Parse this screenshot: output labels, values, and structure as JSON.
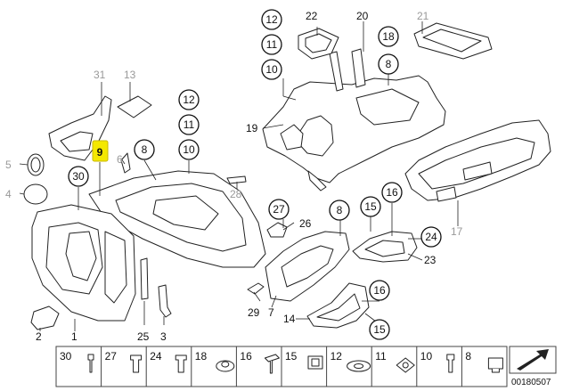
{
  "callouts": {
    "c12a": "12",
    "c11a": "11",
    "c10a": "10",
    "c22": "22",
    "c20": "20",
    "c21": "21",
    "c18a": "18",
    "c8a": "8",
    "c19": "19",
    "c31": "31",
    "c13": "13",
    "c12b": "12",
    "c11b": "11",
    "c10b": "10",
    "c9": "9",
    "c8b": "8",
    "c6": "6",
    "c5": "5",
    "c4": "4",
    "c30": "30",
    "c28": "28",
    "c27": "27",
    "c26": "26",
    "c8c": "8",
    "c15a": "15",
    "c16a": "16",
    "c17": "17",
    "c24": "24",
    "c23": "23",
    "c16b": "16",
    "c15b": "15",
    "c29": "29",
    "c7": "7",
    "c14": "14",
    "c2": "2",
    "c1": "1",
    "c25": "25",
    "c3": "3"
  },
  "strip": [
    "30",
    "27",
    "24",
    "18",
    "16",
    "15",
    "12",
    "11",
    "10",
    "8"
  ],
  "doc_id": "00180507"
}
